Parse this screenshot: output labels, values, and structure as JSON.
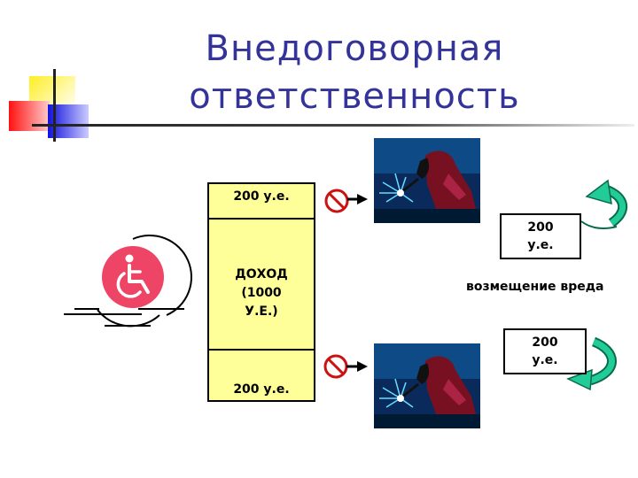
{
  "slide": {
    "title_line1": "Внедоговорная",
    "title_line2": "ответственность"
  },
  "income_box": {
    "top_amount": "200 у.е.",
    "center_line1": "ДОХОД",
    "center_line2": "(1000",
    "center_line3": "У.Е.)",
    "bottom_amount": "200 у.е."
  },
  "payment_boxes": [
    {
      "line1": "200",
      "line2": "у.е."
    },
    {
      "line1": "200",
      "line2": "у.е."
    }
  ],
  "compensation_label": "возмещение вреда",
  "icons": {
    "accessibility": "wheelchair-icon",
    "prohibited": "no-entry-icon",
    "worker": "welder-icon",
    "return": "curved-arrow-icon"
  },
  "colors": {
    "title": "#333399",
    "income_fill": "#ffff99",
    "wheelchair_badge": "#ee4466",
    "arrow_green": "#11aa77"
  }
}
